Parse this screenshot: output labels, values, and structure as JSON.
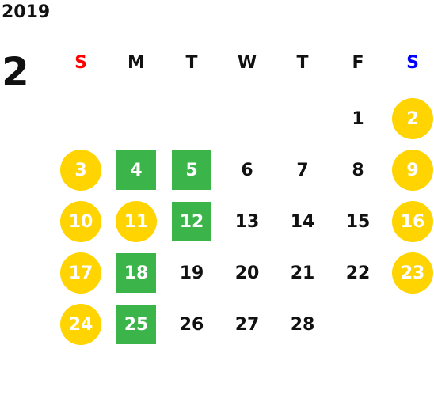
{
  "year": "2019",
  "month": "2",
  "weekdays": [
    {
      "label": "S",
      "color": "#ff0000"
    },
    {
      "label": "M",
      "color": "#111111"
    },
    {
      "label": "T",
      "color": "#111111"
    },
    {
      "label": "W",
      "color": "#111111"
    },
    {
      "label": "T",
      "color": "#111111"
    },
    {
      "label": "F",
      "color": "#111111"
    },
    {
      "label": "S",
      "color": "#0000ff"
    }
  ],
  "colors": {
    "holiday_circle": "#ffd400",
    "special_square": "#3bb44a",
    "text": "#111111"
  },
  "days": [
    {
      "day": "1",
      "style": "normal"
    },
    {
      "day": "2",
      "style": "holiday"
    },
    {
      "day": "3",
      "style": "holiday"
    },
    {
      "day": "4",
      "style": "special"
    },
    {
      "day": "5",
      "style": "special"
    },
    {
      "day": "6",
      "style": "normal"
    },
    {
      "day": "7",
      "style": "normal"
    },
    {
      "day": "8",
      "style": "normal"
    },
    {
      "day": "9",
      "style": "holiday"
    },
    {
      "day": "10",
      "style": "holiday"
    },
    {
      "day": "11",
      "style": "holiday"
    },
    {
      "day": "12",
      "style": "special"
    },
    {
      "day": "13",
      "style": "normal"
    },
    {
      "day": "14",
      "style": "normal"
    },
    {
      "day": "15",
      "style": "normal"
    },
    {
      "day": "16",
      "style": "holiday"
    },
    {
      "day": "17",
      "style": "holiday"
    },
    {
      "day": "18",
      "style": "special"
    },
    {
      "day": "19",
      "style": "normal"
    },
    {
      "day": "20",
      "style": "normal"
    },
    {
      "day": "21",
      "style": "normal"
    },
    {
      "day": "22",
      "style": "normal"
    },
    {
      "day": "23",
      "style": "holiday"
    },
    {
      "day": "24",
      "style": "holiday"
    },
    {
      "day": "25",
      "style": "special"
    },
    {
      "day": "26",
      "style": "normal"
    },
    {
      "day": "27",
      "style": "normal"
    },
    {
      "day": "28",
      "style": "normal"
    }
  ]
}
